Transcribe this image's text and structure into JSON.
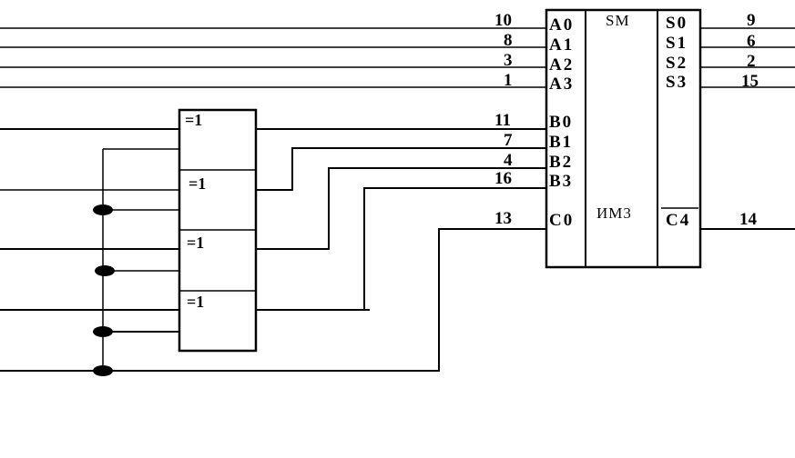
{
  "adder": {
    "title": "SM",
    "part": "ИМ3",
    "a_pins": [
      {
        "label": "A0",
        "num": "10"
      },
      {
        "label": "A1",
        "num": "8"
      },
      {
        "label": "A2",
        "num": "3"
      },
      {
        "label": "A3",
        "num": "1"
      }
    ],
    "b_pins": [
      {
        "label": "B0",
        "num": "11"
      },
      {
        "label": "B1",
        "num": "7"
      },
      {
        "label": "B2",
        "num": "4"
      },
      {
        "label": "B3",
        "num": "16"
      }
    ],
    "carry_in": {
      "label": "C0",
      "num": "13"
    },
    "sum_pins": [
      {
        "label": "S0",
        "num": "9"
      },
      {
        "label": "S1",
        "num": "6"
      },
      {
        "label": "S2",
        "num": "2"
      },
      {
        "label": "S3",
        "num": "15"
      }
    ],
    "carry_out": {
      "label": "C4",
      "num": "14"
    }
  },
  "xor_gates": [
    "=1",
    "=1",
    "=1",
    "=1"
  ]
}
